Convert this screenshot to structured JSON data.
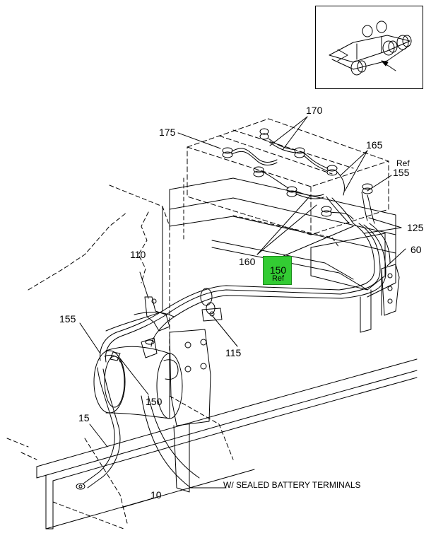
{
  "callouts": {
    "c170": "170",
    "c175": "175",
    "c165": "165",
    "c155_top_ref": "Ref",
    "c155_top": "155",
    "c125": "125",
    "c60": "60",
    "c160": "160",
    "c150_highlight": "150",
    "c150_highlight_ref": "Ref",
    "c110": "110",
    "c155_left": "155",
    "c115": "115",
    "c150_lower": "150",
    "c15": "15",
    "c10": "10"
  },
  "caption": "W/ SEALED BATTERY TERMINALS",
  "highlight_color": "#33cc33",
  "line_color": "#000000"
}
